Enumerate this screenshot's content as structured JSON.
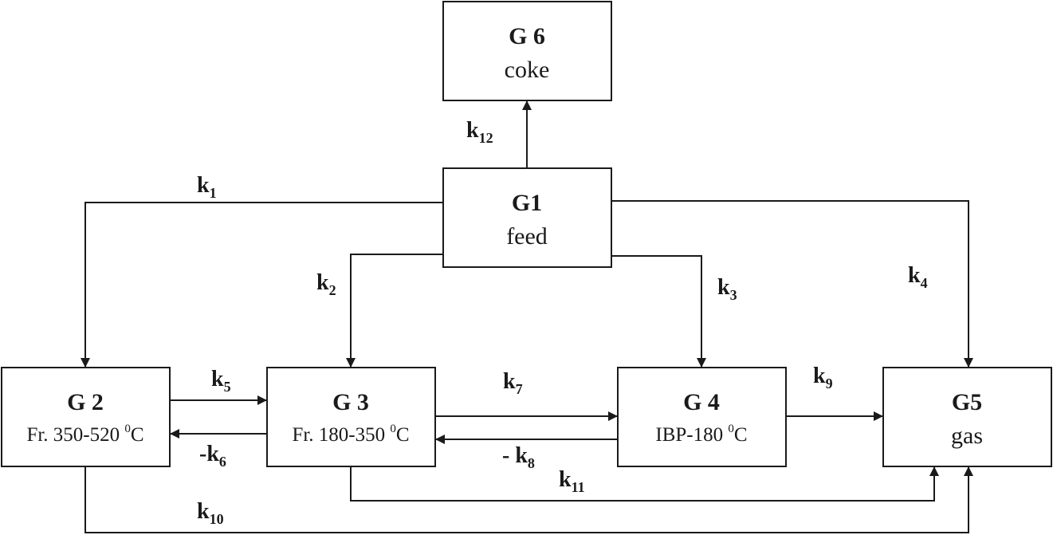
{
  "nodes": {
    "g6": {
      "title": "G 6",
      "subtitle": "coke"
    },
    "g1": {
      "title": "G1",
      "subtitle": "feed"
    },
    "g2": {
      "title": "G 2",
      "subtitle_prefix": "Fr. 350-520 ",
      "sup": "0",
      "subtitle_suffix": "C"
    },
    "g3": {
      "title": "G 3",
      "subtitle_prefix": "Fr. 180-350 ",
      "sup": "0",
      "subtitle_suffix": "C"
    },
    "g4": {
      "title": "G 4",
      "subtitle_prefix": "IBP-180 ",
      "sup": "0",
      "subtitle_suffix": "C"
    },
    "g5": {
      "title": "G5",
      "subtitle": "gas"
    }
  },
  "edges": {
    "k1": {
      "base": "k",
      "index": "1"
    },
    "k2": {
      "base": "k",
      "index": "2"
    },
    "k3": {
      "base": "k",
      "index": "3"
    },
    "k4": {
      "base": "k",
      "index": "4"
    },
    "k5": {
      "base": "k",
      "index": "5"
    },
    "k6": {
      "base": "-k",
      "index": "6"
    },
    "k7": {
      "base": "k",
      "index": "7"
    },
    "k8": {
      "base": "- k",
      "index": "8"
    },
    "k9": {
      "base": "k",
      "index": "9"
    },
    "k10": {
      "base": "k",
      "index": "10"
    },
    "k11": {
      "base": "k",
      "index": "11"
    },
    "k12": {
      "base": "k",
      "index": "12"
    }
  }
}
